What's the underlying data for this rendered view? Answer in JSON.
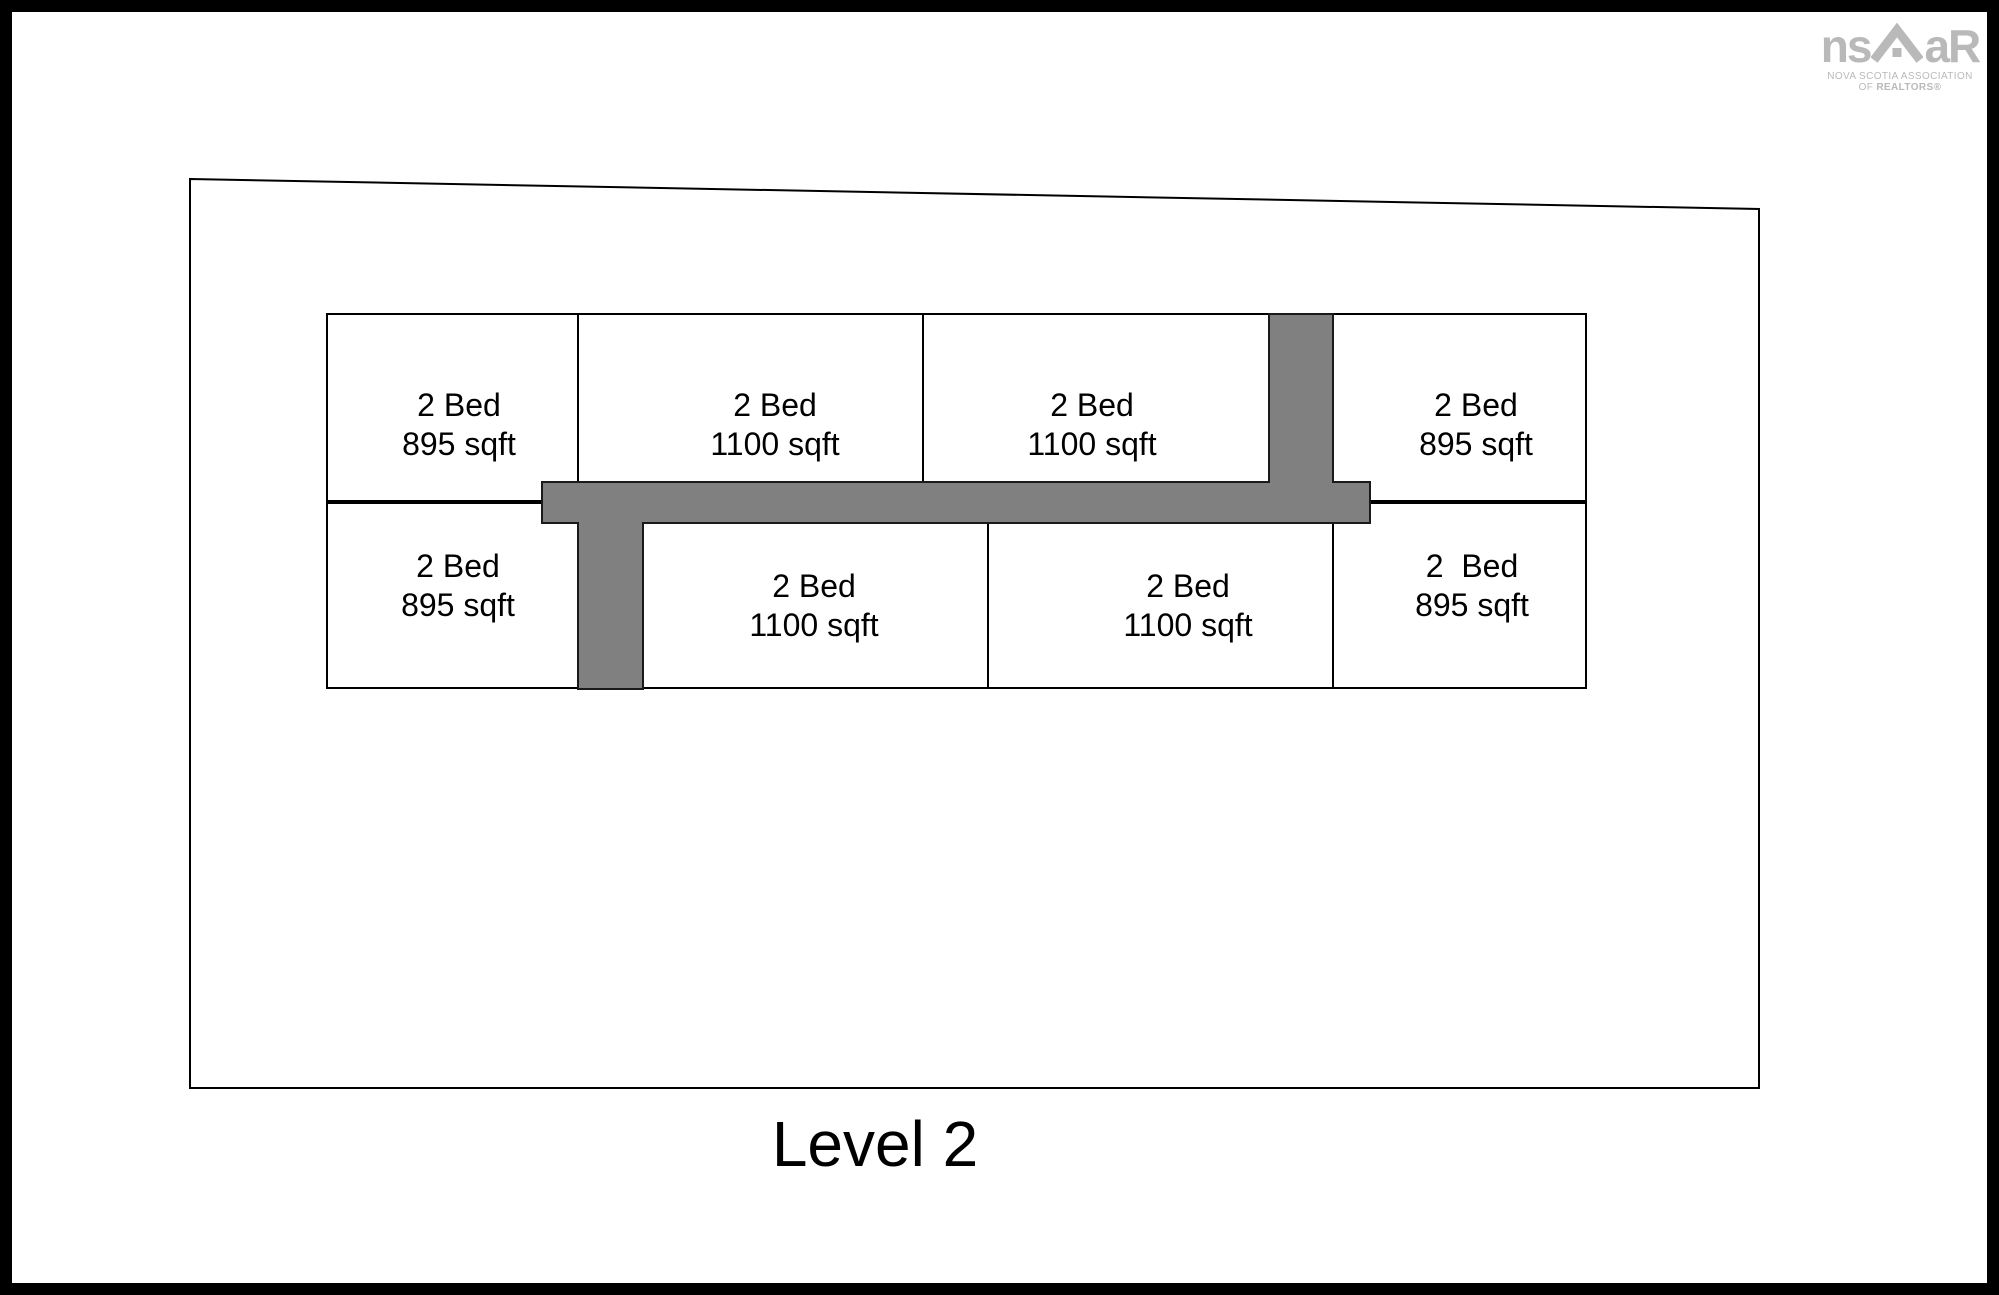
{
  "title": {
    "label": "Level 2"
  },
  "logo": {
    "word_left": "ns",
    "word_right": "aR",
    "line1": "NOVA SCOTIA ASSOCIATION",
    "line2_prefix": "OF",
    "line2_bold": "REALTORS®",
    "color": "#b9b9b9"
  },
  "floorplan": {
    "corridor_color": "#808080",
    "outline_color": "#000000",
    "units": [
      {
        "position": "top-1",
        "line1": "2 Bed",
        "line2": "895 sqft"
      },
      {
        "position": "top-2",
        "line1": "2 Bed",
        "line2": "1100 sqft"
      },
      {
        "position": "top-3",
        "line1": "2 Bed",
        "line2": "1100 sqft"
      },
      {
        "position": "top-4",
        "line1": "2 Bed",
        "line2": "895 sqft"
      },
      {
        "position": "bottom-1",
        "line1": "2 Bed",
        "line2": "895 sqft"
      },
      {
        "position": "bottom-2",
        "line1": "2 Bed",
        "line2": "1100 sqft"
      },
      {
        "position": "bottom-3",
        "line1": "2 Bed",
        "line2": "1100 sqft"
      },
      {
        "position": "bottom-4",
        "line1": "2  Bed",
        "line2": "895 sqft"
      }
    ]
  }
}
